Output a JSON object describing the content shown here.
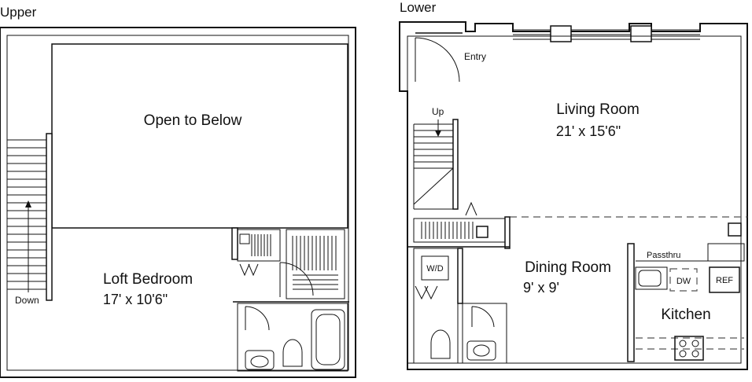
{
  "floors": {
    "upper": {
      "label": "Upper"
    },
    "lower": {
      "label": "Lower"
    }
  },
  "rooms": {
    "open_to_below": {
      "name": "Open to Below"
    },
    "loft_bedroom": {
      "name": "Loft Bedroom",
      "dimensions": "17' x 10'6\""
    },
    "living_room": {
      "name": "Living Room",
      "dimensions": "21' x 15'6\""
    },
    "dining_room": {
      "name": "Dining Room",
      "dimensions": "9' x 9'"
    },
    "kitchen": {
      "name": "Kitchen"
    }
  },
  "annotations": {
    "entry": "Entry",
    "stairs_up": "Up",
    "stairs_down": "Down",
    "washer_dryer": "W/D",
    "passthru": "Passthru",
    "dishwasher": "DW",
    "refrigerator": "REF"
  }
}
